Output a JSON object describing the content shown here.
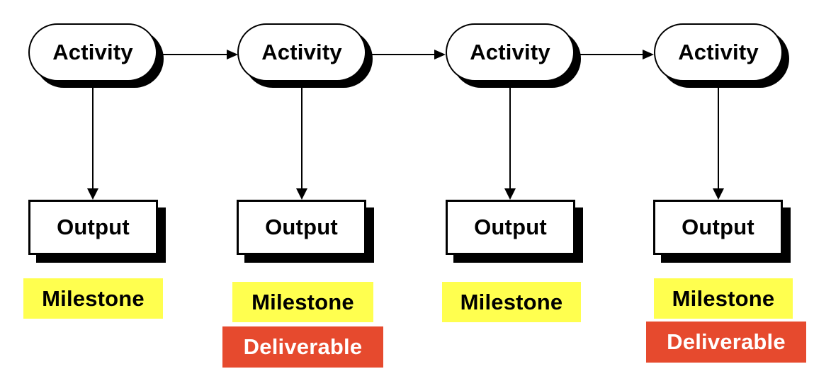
{
  "colors": {
    "line": "#000000",
    "milestone_bg": "#FFFF4F",
    "deliverable_bg": "#E64A2E",
    "deliverable_text": "#FFFFFF"
  },
  "columns": [
    {
      "activity": "Activity",
      "output": "Output",
      "milestone": "Milestone"
    },
    {
      "activity": "Activity",
      "output": "Output",
      "milestone": "Milestone",
      "deliverable": "Deliverable"
    },
    {
      "activity": "Activity",
      "output": "Output",
      "milestone": "Milestone"
    },
    {
      "activity": "Activity",
      "output": "Output",
      "milestone": "Milestone",
      "deliverable": "Deliverable"
    }
  ]
}
